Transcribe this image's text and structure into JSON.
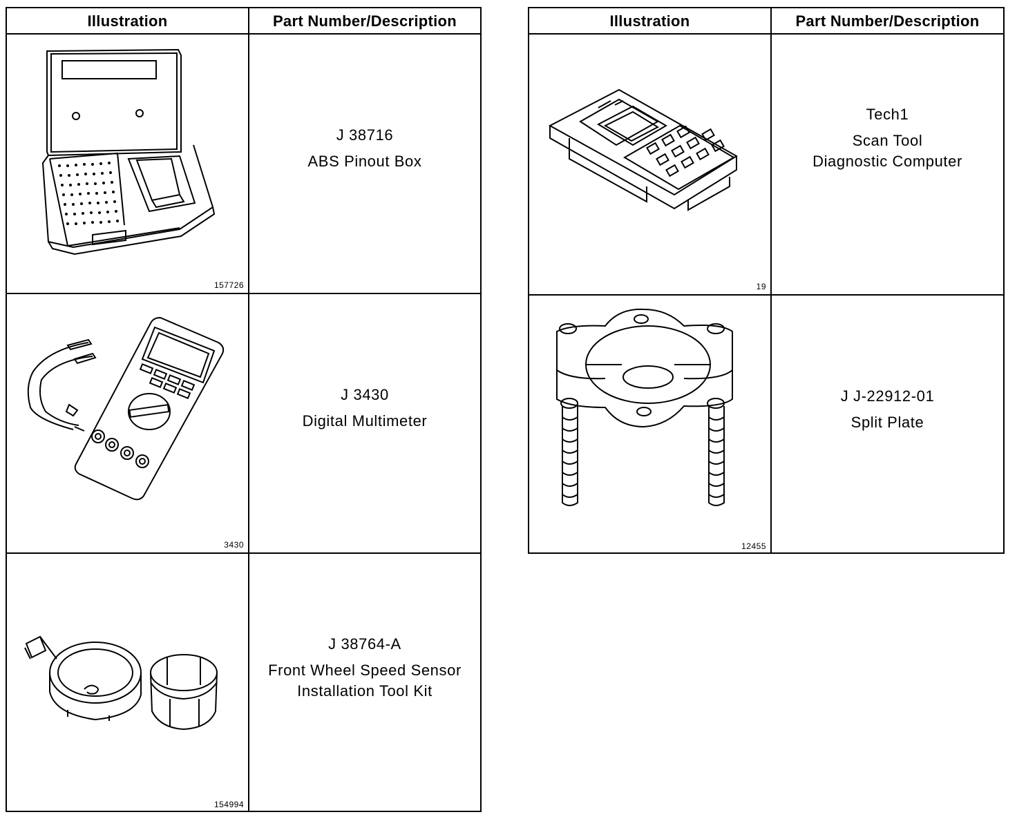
{
  "tables": [
    {
      "headers": {
        "illustration": "Illustration",
        "description": "Part Number/Description"
      },
      "rows": [
        {
          "figure": "157726",
          "part_number": "J 38716",
          "description": [
            "ABS Pinout Box"
          ],
          "icon": "pinout-box-icon"
        },
        {
          "figure": "3430",
          "part_number": "J 3430",
          "description": [
            "Digital Multimeter"
          ],
          "icon": "multimeter-icon"
        },
        {
          "figure": "154994",
          "part_number": "J 38764-A",
          "description": [
            "Front Wheel Speed Sensor",
            "Installation Tool Kit"
          ],
          "icon": "sensor-tool-kit-icon"
        }
      ]
    },
    {
      "headers": {
        "illustration": "Illustration",
        "description": "Part Number/Description"
      },
      "rows": [
        {
          "figure": "19",
          "part_number": "Tech1",
          "description": [
            "Scan Tool",
            "Diagnostic Computer"
          ],
          "icon": "scan-tool-icon"
        },
        {
          "figure": "12455",
          "part_number": "J J-22912-01",
          "description": [
            "Split Plate"
          ],
          "icon": "split-plate-icon"
        }
      ]
    }
  ]
}
